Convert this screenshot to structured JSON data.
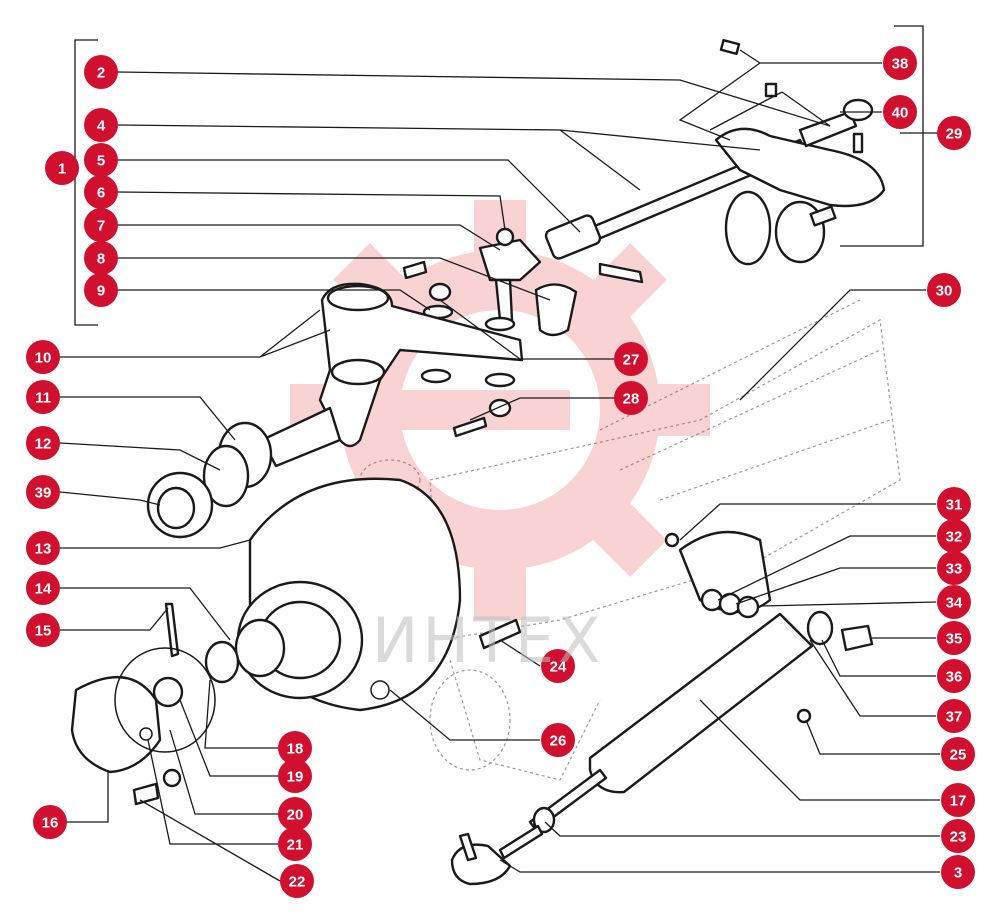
{
  "diagram": {
    "callout_color": "#d0102e",
    "watermark_color": "#e53a3a",
    "watermark_text": "ИНТЕХ",
    "callouts": [
      "1",
      "2",
      "3",
      "4",
      "5",
      "6",
      "7",
      "8",
      "9",
      "10",
      "11",
      "12",
      "13",
      "14",
      "15",
      "16",
      "17",
      "18",
      "19",
      "20",
      "21",
      "22",
      "23",
      "24",
      "25",
      "26",
      "27",
      "28",
      "29",
      "30",
      "31",
      "32",
      "33",
      "34",
      "35",
      "36",
      "37",
      "38",
      "39",
      "40"
    ]
  }
}
